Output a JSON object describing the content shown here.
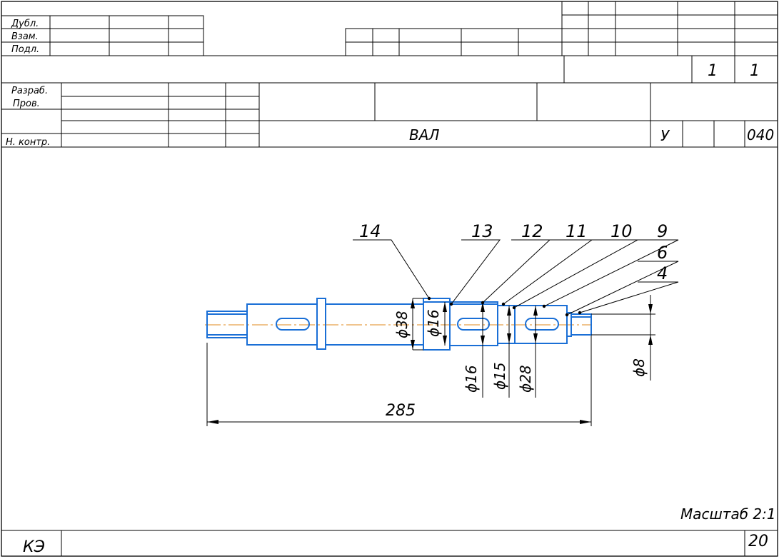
{
  "title_block": {
    "row_labels": [
      "Дубл.",
      "Взам.",
      "Подл."
    ],
    "name_labels": [
      "Разраб.",
      "Пров.",
      "Н. контр."
    ],
    "sheet_numbers": [
      "1",
      "1"
    ],
    "drawing_title": "ВАЛ",
    "letter": "У",
    "code": "040"
  },
  "drawing": {
    "callouts": [
      "14",
      "13",
      "12",
      "11",
      "10",
      "9",
      "6",
      "4"
    ],
    "dimensions": {
      "d38": "ϕ38",
      "d16_left": "ϕ16",
      "d16_lower": "ϕ16",
      "d15": "ϕ15",
      "d28": "ϕ28",
      "d8": "ϕ8",
      "length": "285"
    },
    "scale": "Масштаб 2:1"
  },
  "footer": {
    "left": "КЭ",
    "right": "20"
  },
  "colors": {
    "part": "#1a6fd6",
    "axis": "#e08a1e",
    "line": "#000000"
  }
}
